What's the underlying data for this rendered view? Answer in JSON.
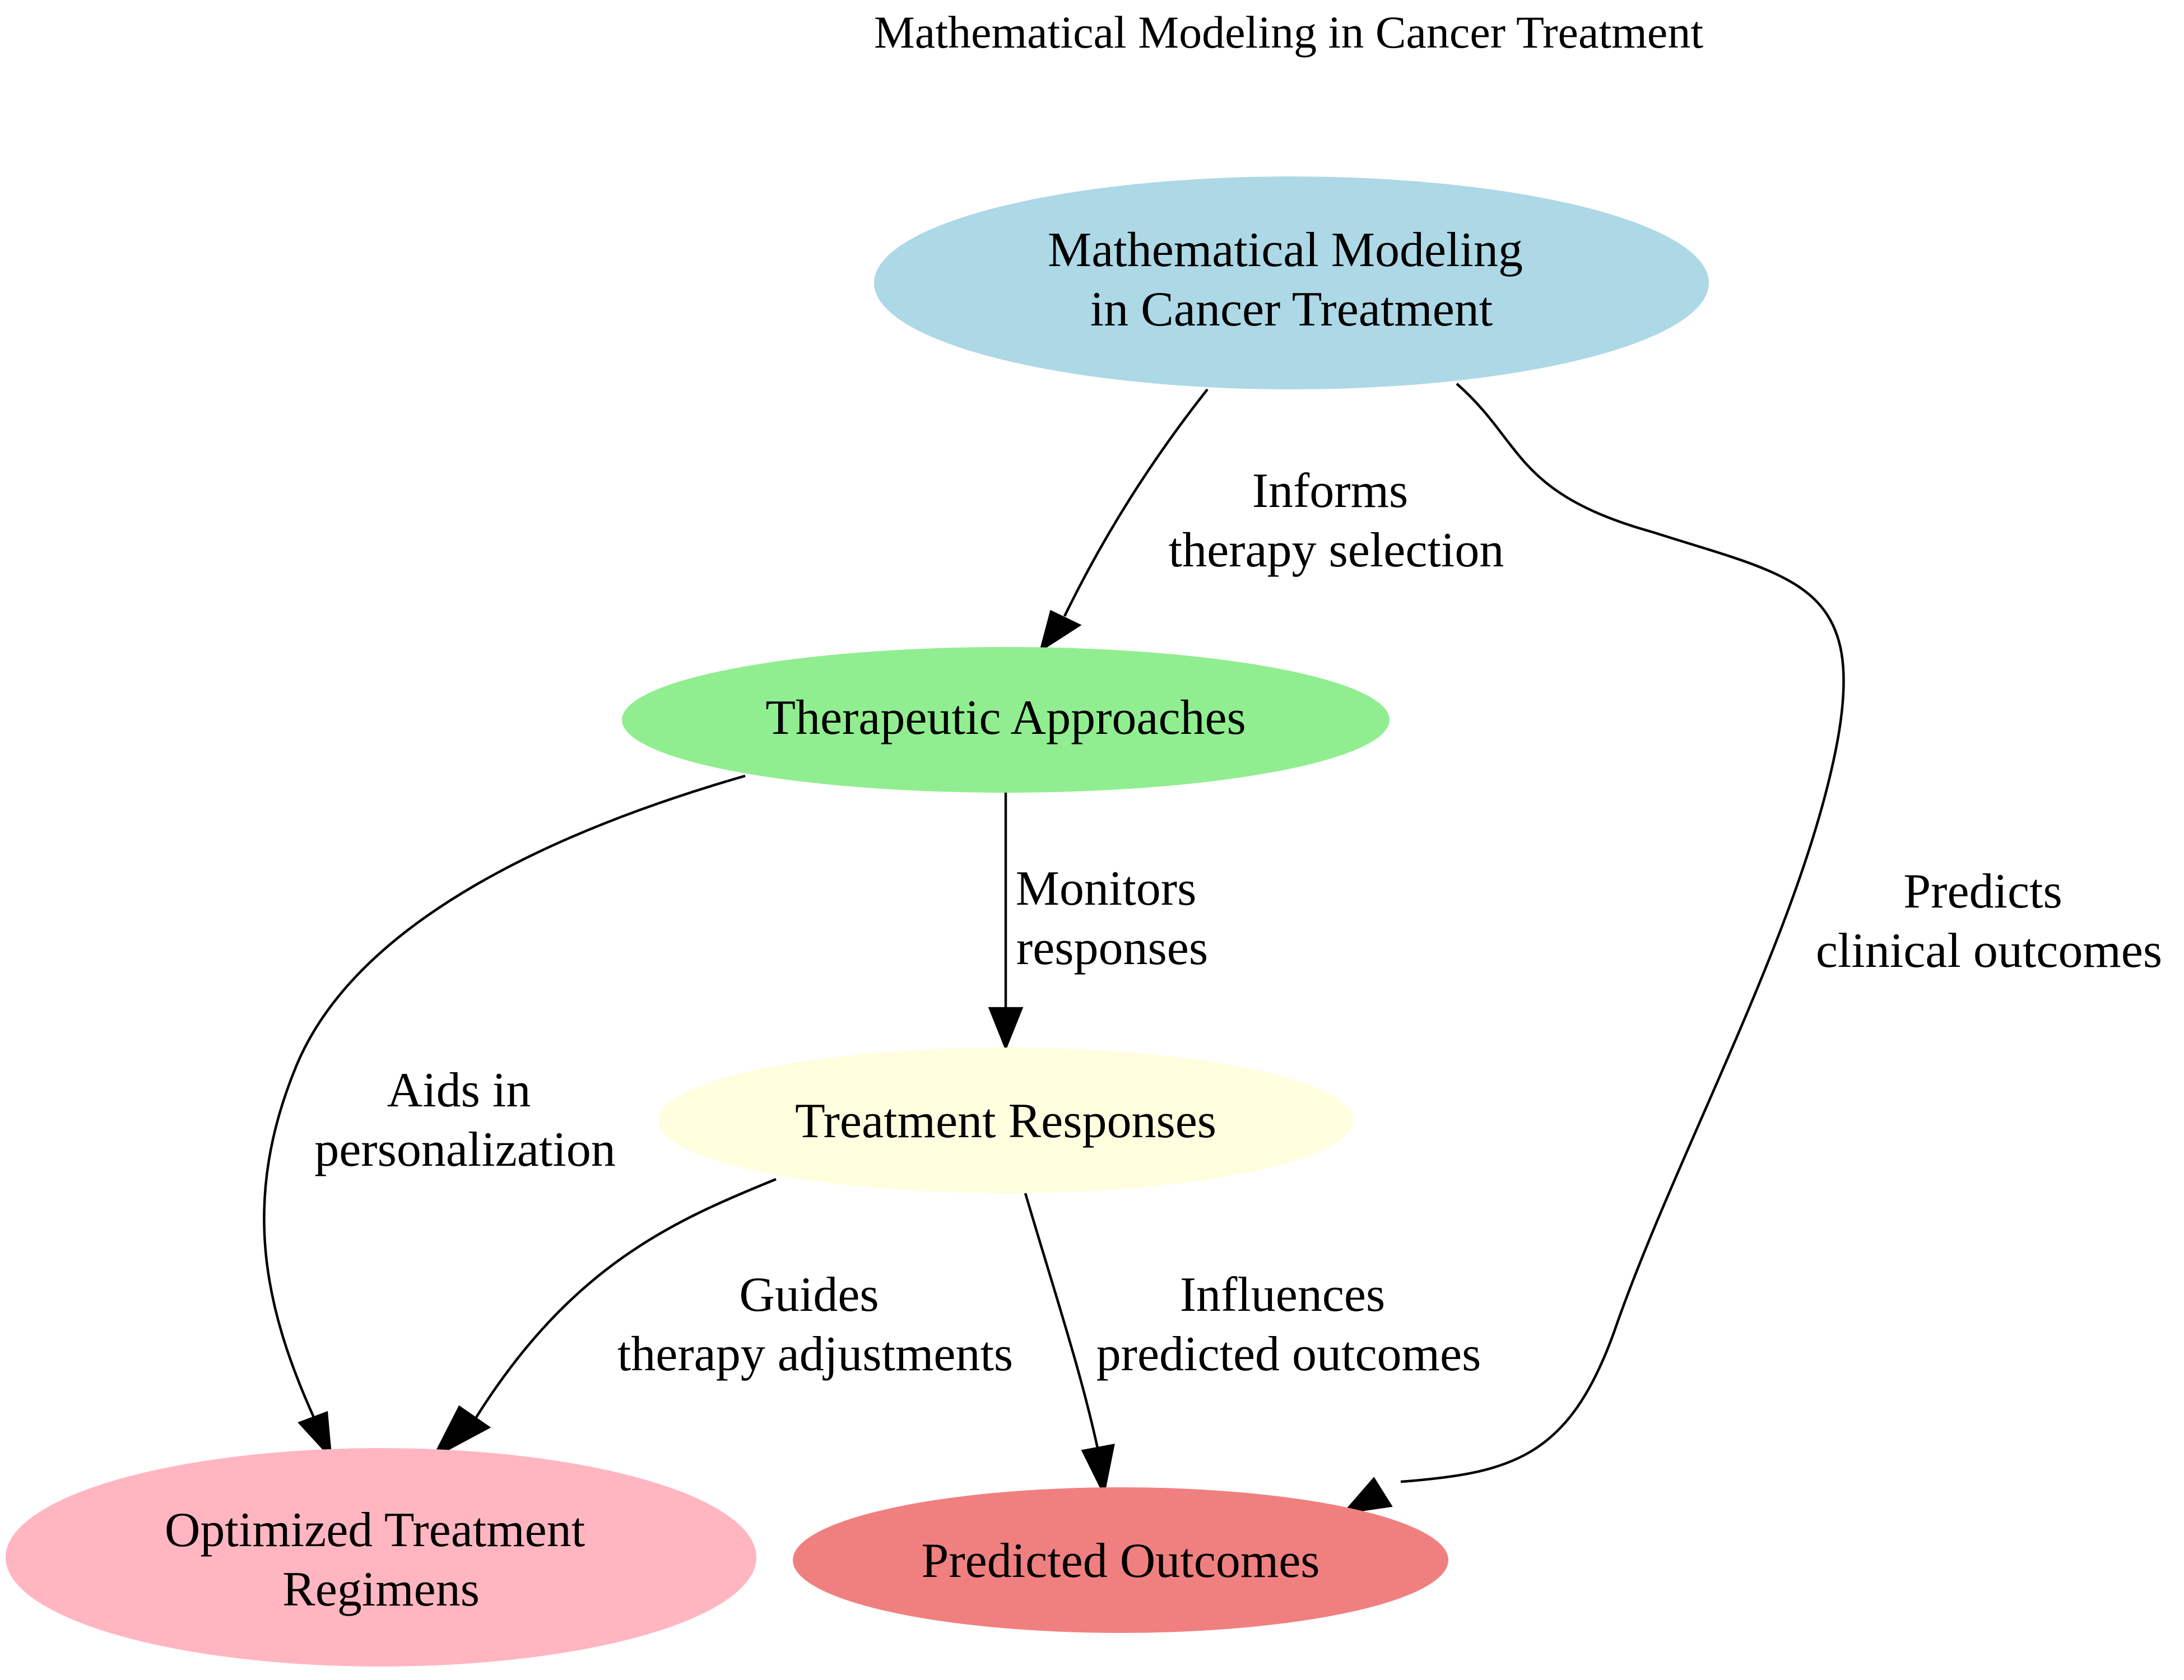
{
  "diagram": {
    "title": "Mathematical Modeling in Cancer Treatment",
    "nodes": {
      "modeling": {
        "lines": [
          "Mathematical Modeling",
          "in Cancer Treatment"
        ],
        "color": "#ADD8E6"
      },
      "therapeutic": {
        "lines": [
          "Therapeutic Approaches"
        ],
        "color": "#90EE90"
      },
      "responses": {
        "lines": [
          "Treatment Responses"
        ],
        "color": "#FFFFE0"
      },
      "regimens": {
        "lines": [
          "Optimized Treatment",
          "Regimens"
        ],
        "color": "#FFB6C1"
      },
      "outcomes": {
        "lines": [
          "Predicted Outcomes"
        ],
        "color": "#F08080"
      }
    },
    "edges": {
      "informs": {
        "from": "Mathematical Modeling in Cancer Treatment",
        "to": "Therapeutic Approaches",
        "lines": [
          "Informs",
          "therapy selection"
        ]
      },
      "predicts": {
        "from": "Mathematical Modeling in Cancer Treatment",
        "to": "Predicted Outcomes",
        "lines": [
          "Predicts",
          "clinical outcomes"
        ]
      },
      "monitors": {
        "from": "Therapeutic Approaches",
        "to": "Treatment Responses",
        "lines": [
          "Monitors",
          "responses"
        ]
      },
      "aids": {
        "from": "Therapeutic Approaches",
        "to": "Optimized Treatment Regimens",
        "lines": [
          "Aids in",
          "personalization"
        ]
      },
      "guides": {
        "from": "Treatment Responses",
        "to": "Optimized Treatment Regimens",
        "lines": [
          "Guides",
          "therapy adjustments"
        ]
      },
      "influences": {
        "from": "Treatment Responses",
        "to": "Predicted Outcomes",
        "lines": [
          "Influences",
          "predicted outcomes"
        ]
      }
    }
  }
}
